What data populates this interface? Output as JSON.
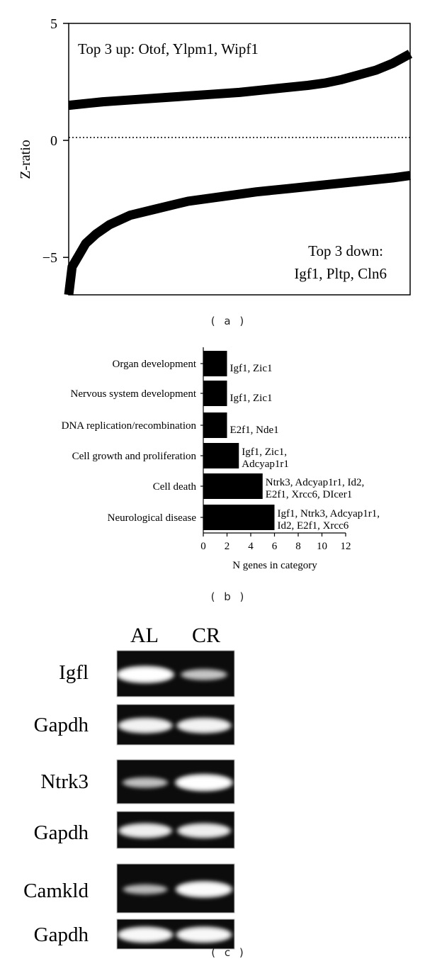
{
  "panel_labels": [
    "( a )",
    "( b )",
    "( c )"
  ],
  "chart_data": [
    {
      "type": "line",
      "panel": "(a)",
      "ylabel": "Z-ratio",
      "ylim": [
        -6.6,
        5
      ],
      "yticks": [
        "5",
        "0",
        "−5"
      ],
      "ytick_values": [
        5,
        0,
        -5
      ],
      "reference_line": {
        "y": 0,
        "style": "dotted"
      },
      "series": [
        {
          "role": "up",
          "x": [
            0,
            0.1,
            0.2,
            0.3,
            0.4,
            0.5,
            0.6,
            0.7,
            0.75,
            0.8,
            0.85,
            0.9,
            0.95,
            1.0
          ],
          "values": [
            1.5,
            1.65,
            1.75,
            1.85,
            1.95,
            2.05,
            2.2,
            2.35,
            2.45,
            2.6,
            2.8,
            3.0,
            3.3,
            3.7
          ]
        },
        {
          "role": "down",
          "x": [
            0,
            0.01,
            0.03,
            0.05,
            0.08,
            0.12,
            0.18,
            0.25,
            0.35,
            0.45,
            0.55,
            0.65,
            0.75,
            0.85,
            0.95,
            1.0
          ],
          "values": [
            -6.6,
            -5.4,
            -4.9,
            -4.4,
            -4.0,
            -3.6,
            -3.2,
            -2.95,
            -2.6,
            -2.4,
            -2.2,
            -2.05,
            -1.9,
            -1.75,
            -1.6,
            -1.5
          ]
        }
      ],
      "annotations": {
        "top": "Top 3 up: Otof, Ylpm1, Wipf1",
        "bottom_line1": "Top 3 down:",
        "bottom_line2": "Igf1, Pltp, Cln6"
      }
    },
    {
      "type": "bar",
      "orientation": "horizontal",
      "panel": "(b)",
      "xlabel": "N genes in category",
      "xlim": [
        0,
        12
      ],
      "xticks": [
        0,
        2,
        4,
        6,
        8,
        10,
        12
      ],
      "categories": [
        "Organ development",
        "Nervous system development",
        "DNA replication/recombination",
        "Cell growth and proliferation",
        "Cell death",
        "Neurological disease"
      ],
      "values": [
        2,
        2,
        2,
        3,
        5,
        6
      ],
      "bar_labels": [
        [
          "Igf1, Zic1"
        ],
        [
          "Igf1, Zic1"
        ],
        [
          "E2f1, Nde1"
        ],
        [
          "Igf1, Zic1,",
          "Adcyap1r1"
        ],
        [
          "Ntrk3, Adcyap1r1, Id2,",
          "E2f1, Xrcc6, DIcer1"
        ],
        [
          "Igf1, Ntrk3, Adcyap1r1,",
          "Id2, E2f1, Xrcc6"
        ]
      ]
    }
  ],
  "gel": {
    "lane_labels": [
      "AL",
      "CR"
    ],
    "rows": [
      {
        "label": "Igfl",
        "intensity": [
          1.0,
          0.45
        ]
      },
      {
        "label": "Gapdh",
        "intensity": [
          0.85,
          0.85
        ]
      },
      {
        "label": "Ntrk3",
        "intensity": [
          0.4,
          1.0
        ]
      },
      {
        "label": "Gapdh",
        "intensity": [
          0.8,
          0.8
        ]
      },
      {
        "label": "Camkld",
        "intensity": [
          0.35,
          0.95
        ]
      },
      {
        "label": "Gapdh",
        "intensity": [
          0.9,
          0.9
        ]
      }
    ]
  }
}
